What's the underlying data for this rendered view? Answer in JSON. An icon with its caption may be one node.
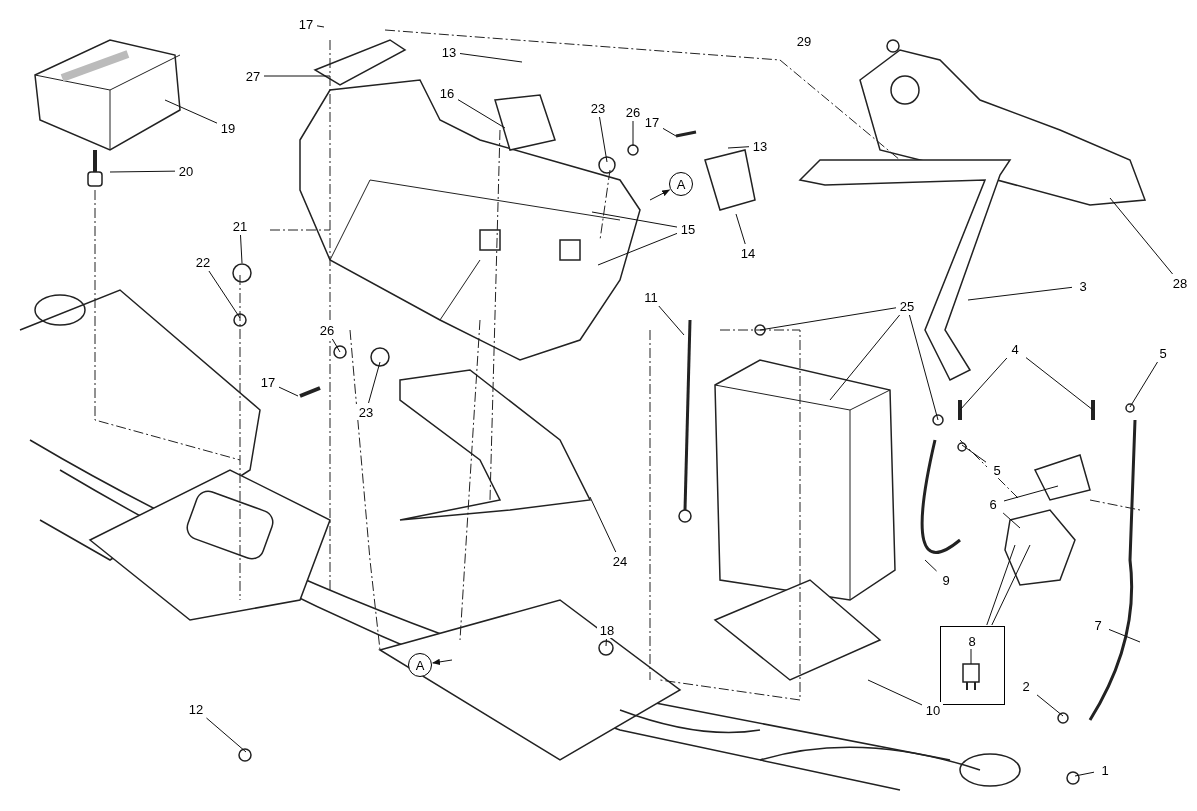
{
  "diagram": {
    "nodes": [
      {
        "text": [
          "17"
        ]
      },
      {
        "text": [
          "29"
        ]
      },
      {
        "text": [
          "13"
        ]
      },
      {
        "text": [
          "27"
        ]
      },
      {
        "text": [
          "16"
        ]
      },
      {
        "text": [
          "23"
        ]
      },
      {
        "text": [
          "26"
        ]
      },
      {
        "text": [
          "17"
        ]
      },
      {
        "text": [
          "19"
        ]
      },
      {
        "text": [
          "13"
        ]
      },
      {
        "text": [
          "20"
        ]
      },
      {
        "text": [
          "A"
        ]
      },
      {
        "text": [
          "15"
        ]
      },
      {
        "text": [
          "21"
        ]
      },
      {
        "text": [
          "14"
        ]
      },
      {
        "text": [
          "22"
        ]
      },
      {
        "text": [
          "3"
        ]
      },
      {
        "text": [
          "28"
        ]
      },
      {
        "text": [
          "11"
        ]
      },
      {
        "text": [
          "25"
        ]
      },
      {
        "text": [
          "26"
        ]
      },
      {
        "text": [
          "4"
        ]
      },
      {
        "text": [
          "5"
        ]
      },
      {
        "text": [
          "17"
        ]
      },
      {
        "text": [
          "23"
        ]
      },
      {
        "text": [
          "5"
        ]
      },
      {
        "text": [
          "6"
        ]
      },
      {
        "text": [
          "24"
        ]
      },
      {
        "text": [
          "9"
        ]
      },
      {
        "text": [
          "7"
        ]
      },
      {
        "text": [
          "18"
        ]
      },
      {
        "text": [],
        "shape": "box"
      },
      {
        "text": [
          "8"
        ],
        "in": 31
      },
      {
        "text": [
          "A"
        ]
      },
      {
        "text": [
          "2"
        ]
      },
      {
        "text": [
          "12"
        ]
      },
      {
        "text": [
          "10"
        ]
      },
      {
        "text": [
          "1"
        ]
      }
    ],
    "edges": [
      {
        "from": 0,
        "to": null,
        "arrow": "none"
      },
      {
        "from": 3,
        "to": null,
        "arrow": "none"
      },
      {
        "from": 2,
        "to": null,
        "arrow": "none"
      },
      {
        "from": 4,
        "to": null,
        "arrow": "none"
      },
      {
        "from": 5,
        "to": null,
        "arrow": "none"
      },
      {
        "from": 6,
        "to": null,
        "arrow": "none"
      },
      {
        "from": 7,
        "to": null,
        "arrow": "none"
      },
      {
        "from": 8,
        "to": null,
        "arrow": "none"
      },
      {
        "from": 9,
        "to": null,
        "arrow": "none"
      },
      {
        "from": 10,
        "to": null,
        "arrow": "none"
      },
      {
        "from": 12,
        "to": null,
        "arrow": "none"
      },
      {
        "from": 12,
        "to": null,
        "arrow": "none"
      },
      {
        "from": 13,
        "to": null,
        "arrow": "none"
      },
      {
        "from": 14,
        "to": null,
        "arrow": "none"
      },
      {
        "from": 15,
        "to": null,
        "arrow": "none"
      },
      {
        "from": 16,
        "to": null,
        "arrow": "none"
      },
      {
        "from": 17,
        "to": null,
        "arrow": "none"
      },
      {
        "from": 18,
        "to": null,
        "arrow": "none"
      },
      {
        "from": 19,
        "to": null,
        "arrow": "none"
      },
      {
        "from": 19,
        "to": null,
        "arrow": "none"
      },
      {
        "from": 19,
        "to": null,
        "arrow": "none"
      },
      {
        "from": 20,
        "to": null,
        "arrow": "none"
      },
      {
        "from": 21,
        "to": null,
        "arrow": "none"
      },
      {
        "from": 21,
        "to": null,
        "arrow": "none"
      },
      {
        "from": 22,
        "to": null,
        "arrow": "none"
      },
      {
        "from": 23,
        "to": null,
        "arrow": "none"
      },
      {
        "from": 24,
        "to": null,
        "arrow": "none"
      },
      {
        "from": 25,
        "to": null,
        "arrow": "none"
      },
      {
        "from": 26,
        "to": null,
        "arrow": "none"
      },
      {
        "from": 26,
        "to": null,
        "arrow": "none"
      },
      {
        "from": 27,
        "to": null,
        "arrow": "none"
      },
      {
        "from": 28,
        "to": null,
        "arrow": "none"
      },
      {
        "from": 29,
        "to": null,
        "arrow": "none"
      },
      {
        "from": 30,
        "to": null,
        "arrow": "none"
      },
      {
        "from": 31,
        "to": null,
        "arrow": "none"
      },
      {
        "from": 31,
        "to": null,
        "arrow": "none"
      },
      {
        "from": null,
        "to": 11,
        "arrow": "to"
      },
      {
        "from": null,
        "to": 33,
        "arrow": "to"
      },
      {
        "from": 32,
        "to": null,
        "arrow": "none"
      },
      {
        "from": 35,
        "to": null,
        "arrow": "none"
      },
      {
        "from": 36,
        "to": null,
        "arrow": "none"
      },
      {
        "from": 34,
        "to": null,
        "arrow": "none"
      },
      {
        "from": 37,
        "to": null,
        "arrow": "none"
      }
    ]
  }
}
